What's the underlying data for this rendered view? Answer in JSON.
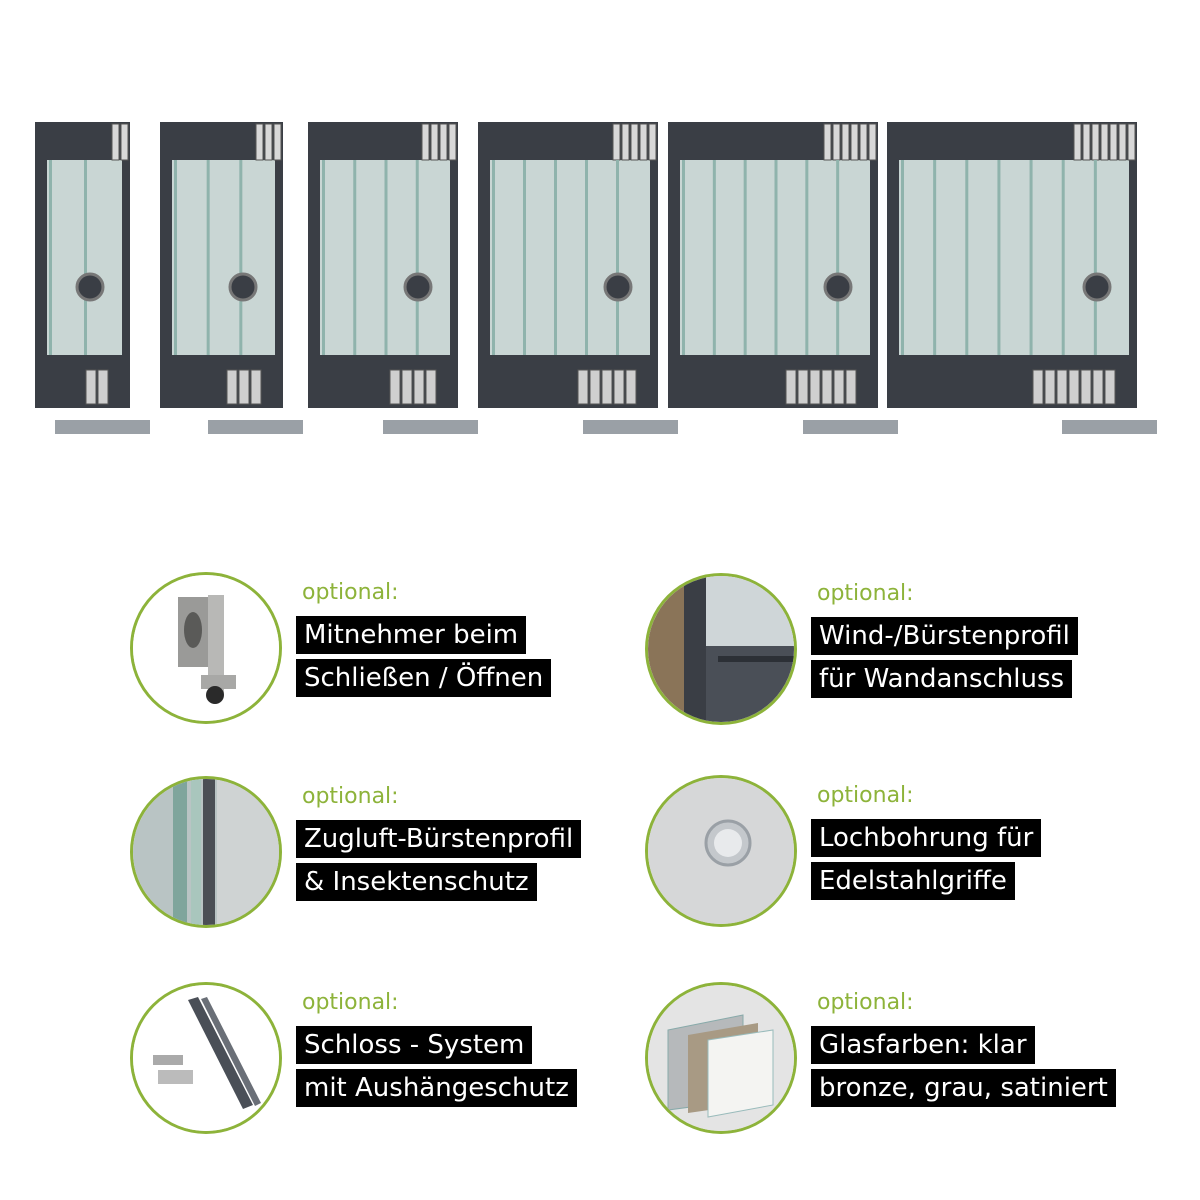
{
  "product_variants": [
    {
      "panels": 2
    },
    {
      "panels": 3
    },
    {
      "panels": 4
    },
    {
      "panels": 5
    },
    {
      "panels": 6
    },
    {
      "panels": 7
    }
  ],
  "colors": {
    "accent": "#8db33a",
    "frame": "#3a3e45",
    "label_bg": "#000000"
  },
  "features": [
    {
      "icon": "carrier-icon",
      "optional": "optional:",
      "line1": "Mitnehmer beim",
      "line2": "Schließen / Öffnen"
    },
    {
      "icon": "wall-profile-icon",
      "optional": "optional:",
      "line1": "Wind-/Bürstenprofil",
      "line2": "für Wandanschluss"
    },
    {
      "icon": "brush-profile-icon",
      "optional": "optional:",
      "line1": "Zugluft-Bürstenprofil",
      "line2": "& Insektenschutz"
    },
    {
      "icon": "glass-hole-icon",
      "optional": "optional:",
      "line1": "Lochbohrung für",
      "line2": "Edelstahlgriffe"
    },
    {
      "icon": "lock-system-icon",
      "optional": "optional:",
      "line1": "Schloss - System",
      "line2": "mit Aushängeschutz"
    },
    {
      "icon": "glass-colors-icon",
      "optional": "optional:",
      "line1": "Glasfarben: klar",
      "line2": "bronze, grau, satiniert"
    }
  ]
}
